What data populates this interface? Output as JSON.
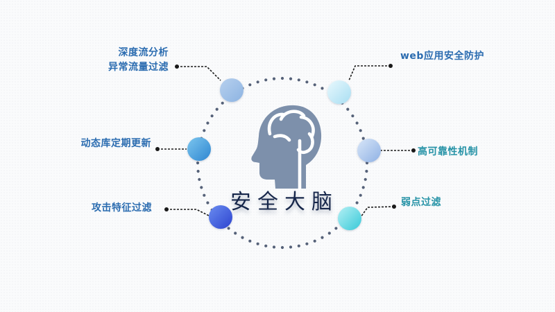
{
  "title": "安全大脑",
  "colors": {
    "head": "#7d90ab",
    "ring_dots": "#556178",
    "label_blue": "#2b6cb0",
    "label_teal": "#2592a6",
    "connector": "#1a1a1a"
  },
  "icons": {
    "center": "head-brain-icon"
  },
  "features": [
    {
      "lines": [
        "深度流分析",
        "异常流量过滤"
      ],
      "color": "#2b6cb0"
    },
    {
      "lines": [
        "web应用安全防护"
      ],
      "color": "#2b6cb0"
    },
    {
      "lines": [
        "动态库定期更新"
      ],
      "color": "#2b6cb0"
    },
    {
      "lines": [
        "高可靠性机制"
      ],
      "color": "#2592a6"
    },
    {
      "lines": [
        "攻击特征过滤"
      ],
      "color": "#2b6cb0"
    },
    {
      "lines": [
        "弱点过滤"
      ],
      "color": "#2592a6"
    }
  ]
}
